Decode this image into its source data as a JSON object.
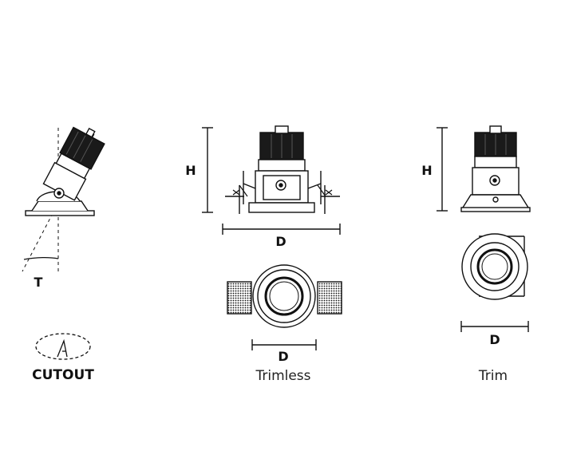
{
  "labels": {
    "tilt": "T",
    "cutout": "CUTOUT",
    "height": "H",
    "diameter": "D"
  },
  "captions": {
    "trimless": "Trimless",
    "trim": "Trim"
  },
  "colors": {
    "line": "#111111",
    "fill_dark": "#1a1a1a",
    "background": "#ffffff"
  }
}
